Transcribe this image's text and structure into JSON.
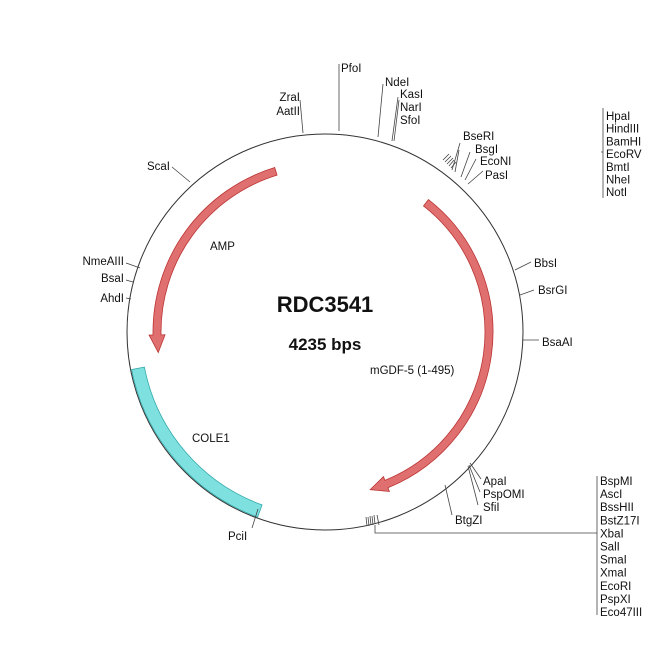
{
  "plasmid": {
    "name": "RDC3541",
    "size_label": "4235 bps"
  },
  "features": [
    {
      "label": "AMP",
      "color": "#e07070",
      "type": "arrow"
    },
    {
      "label": "mGDF-5 (1-495)",
      "color": "#e07070",
      "type": "arrow"
    },
    {
      "label": "COLE1",
      "color": "#7fe0e0",
      "type": "band"
    }
  ],
  "sites": {
    "top": [
      "ZraI",
      "AatII",
      "PfoI",
      "NdeI",
      "KasI",
      "NarI",
      "SfoI"
    ],
    "upper_right": [
      "BseRI",
      "BsgI",
      "EcoNI",
      "PasI"
    ],
    "right_list": [
      "HpaI",
      "HindIII",
      "BamHI",
      "EcoRV",
      "BmtI",
      "NheI",
      "NotI"
    ],
    "left": [
      "ScaI",
      "NmeAIII",
      "BsaI",
      "AhdI"
    ],
    "right": [
      "BbsI",
      "BsrGI",
      "BsaAI"
    ],
    "lower_right": [
      "ApaI",
      "PspOMI",
      "SfiI",
      "BtgZI"
    ],
    "bottom_list": [
      "BspMI",
      "AscI",
      "BssHII",
      "BstZ17I",
      "XbaI",
      "SalI",
      "SmaI",
      "XmaI",
      "EcoRI",
      "PspXI",
      "Eco47III"
    ],
    "bottom": [
      "PciI"
    ]
  }
}
